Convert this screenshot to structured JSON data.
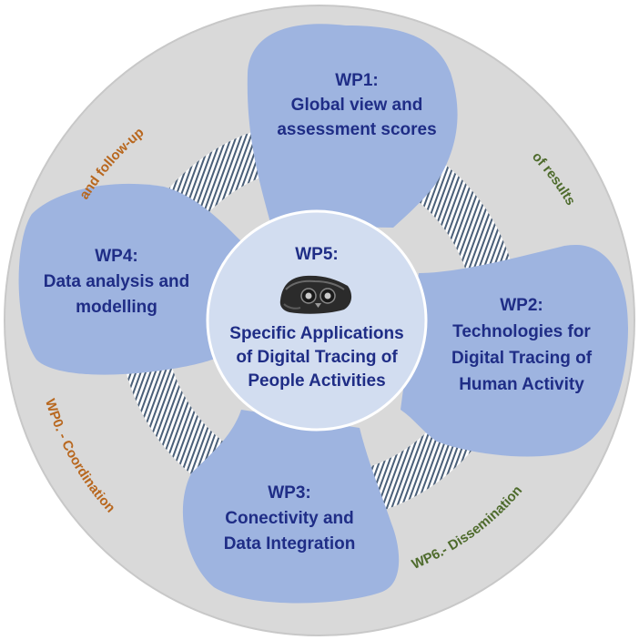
{
  "diagram": {
    "center": {
      "title": "WP5:",
      "lines": [
        "Specific Applications",
        "of Digital Tracing of",
        "People Activities"
      ],
      "image_icon": "lemur-photo-icon"
    },
    "packages": [
      {
        "id": "wp1",
        "title": "WP1:",
        "lines": [
          "Global view and",
          "assessment scores"
        ]
      },
      {
        "id": "wp2",
        "title": "WP2:",
        "lines": [
          "Technologies for",
          "Digital Tracing of",
          "Human Activity"
        ]
      },
      {
        "id": "wp3",
        "title": "WP3:",
        "lines": [
          "Conectivity and",
          "Data Integration"
        ]
      },
      {
        "id": "wp4",
        "title": "WP4:",
        "lines": [
          "Data analysis and",
          "modelling"
        ]
      }
    ],
    "ring_labels": {
      "coordination_a": "and follow-up",
      "coordination_b": "WP0. - Coordination",
      "dissemination_a": "of results",
      "dissemination_b": "WP6.- Dissemination"
    },
    "colors": {
      "ring": "#d9d9d9",
      "petal": "#9eb4e0",
      "center": "#d2ddf0",
      "title_text": "#1f2d86",
      "coordination_text": "#b8671e",
      "dissemination_text": "#4e6b2c",
      "hatch": "#4a5f78"
    }
  }
}
